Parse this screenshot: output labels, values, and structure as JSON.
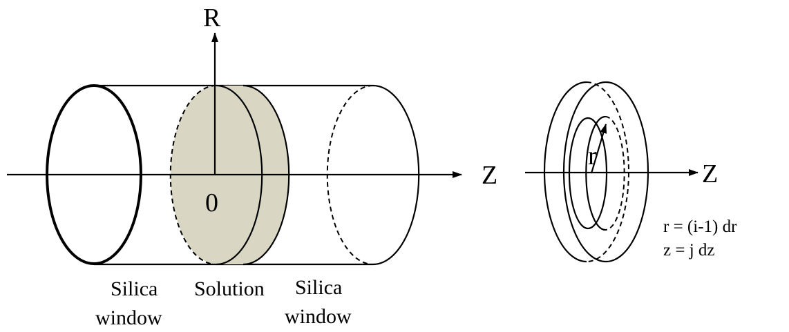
{
  "colors": {
    "solution_fill": "#d9d7c3",
    "line": "#000000",
    "background": "#ffffff"
  },
  "left_diagram": {
    "axis_r_label": "R",
    "axis_z_label": "Z",
    "origin_label": "0",
    "left_window_label_line1": "Silica",
    "left_window_label_line2": "window",
    "solution_label": "Solution",
    "right_window_label_line1": "Silica",
    "right_window_label_line2": "window"
  },
  "right_diagram": {
    "axis_z_label": "Z",
    "radius_label": "r",
    "equation_r": "r = (i-1) dr",
    "equation_z": "z = j dz"
  }
}
